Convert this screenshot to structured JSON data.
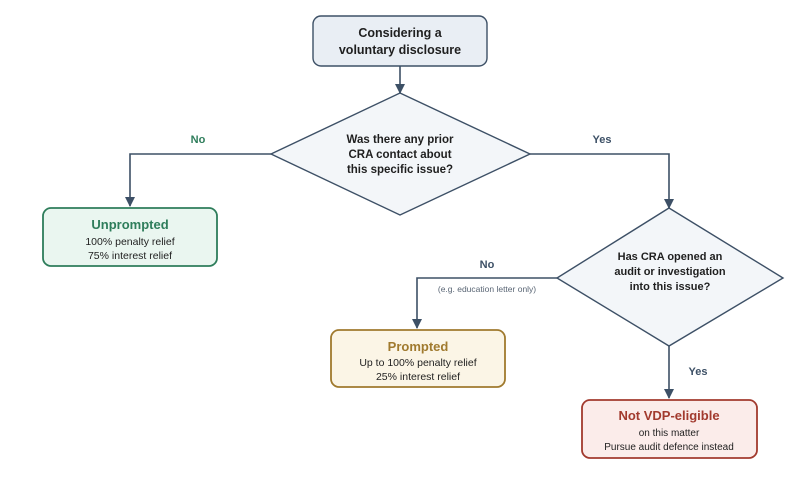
{
  "start": {
    "lines": [
      "Considering a",
      "voluntary disclosure"
    ]
  },
  "decision1": {
    "lines": [
      "Was there any prior",
      "CRA contact about",
      "this specific issue?"
    ],
    "no_label": "No",
    "yes_label": "Yes"
  },
  "decision2": {
    "lines": [
      "Has CRA opened an",
      "audit or investigation",
      "into this issue?"
    ],
    "no_label": "No",
    "no_note": "(e.g. education letter only)",
    "yes_label": "Yes"
  },
  "unprompted": {
    "title": "Unprompted",
    "lines": [
      "100% penalty relief",
      "75% interest relief"
    ]
  },
  "prompted": {
    "title": "Prompted",
    "lines": [
      "Up to 100% penalty relief",
      "25% interest relief"
    ]
  },
  "not_eligible": {
    "title": "Not VDP-eligible",
    "lines": [
      "on this matter",
      "Pursue audit defence instead"
    ]
  },
  "colors": {
    "line": "#3d5066",
    "start_fill": "#e9eef4",
    "decision_fill": "#f3f6f9",
    "green": "#2e7d5b",
    "green_fill": "#eaf6f0",
    "gold": "#a07a2e",
    "gold_fill": "#fbf5e6",
    "red": "#a23a2e",
    "red_fill": "#fbecea",
    "text": "#1f1f1f"
  }
}
